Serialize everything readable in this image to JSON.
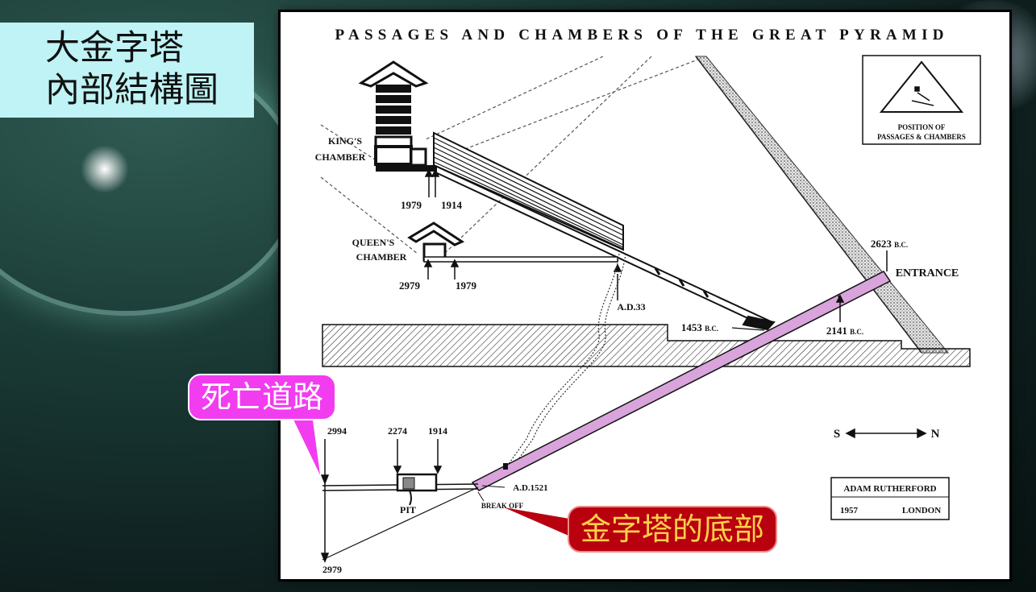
{
  "overlay": {
    "title_line1": "大金字塔",
    "title_line2": "內部結構圖",
    "callout_death_road": "死亡道路",
    "callout_base": "金字塔的底部"
  },
  "diagram": {
    "title": "PASSAGES AND CHAMBERS OF THE GREAT PYRAMID",
    "kings_chamber_line1": "KING'S",
    "kings_chamber_line2": "CHAMBER",
    "queens_chamber_line1": "QUEEN'S",
    "queens_chamber_line2": "CHAMBER",
    "king_year_a": "1979",
    "king_year_b": "1914",
    "queen_year_a": "2979",
    "queen_year_b": "1979",
    "ad33": "A.D.33",
    "bc1453": "1453",
    "bc1453_suffix": "B.C.",
    "bc2141": "2141",
    "bc2141_suffix": "B.C.",
    "bc2623": "2623",
    "bc2623_suffix": "B.C.",
    "entrance": "ENTRANCE",
    "inset_line1": "POSITION OF",
    "inset_line2": "PASSAGES & CHAMBERS",
    "compass_s": "S",
    "compass_n": "N",
    "pit_year_2994": "2994",
    "pit_year_2274": "2274",
    "pit_year_1914": "1914",
    "pit": "PIT",
    "ad1521": "A.D.1521",
    "break_off": "BREAK OFF",
    "bottom_year_2979": "2979",
    "author": "ADAM RUTHERFORD",
    "author_year": "1957",
    "author_city": "LONDON"
  },
  "colors": {
    "title_box": "#bff3f5",
    "highlight_passage": "#d9a3dc",
    "callout_pink": "#f23cf0",
    "callout_red": "#b8000f",
    "callout_red_text": "#ffd04a"
  }
}
